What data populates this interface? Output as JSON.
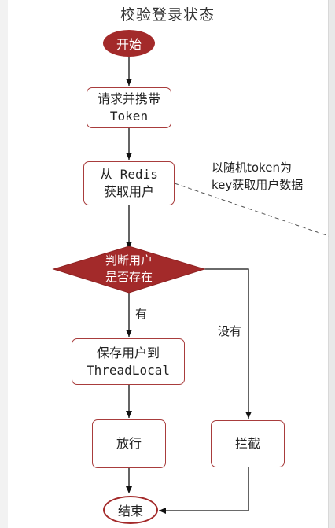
{
  "title": "校验登录状态",
  "nodes": {
    "start": "开始",
    "request": "请求并携带\nToken",
    "redis": "从 Redis\n获取用户",
    "decision": "判断用户\n是否存在",
    "save": "保存用户到\nThreadLocal",
    "allow": "放行",
    "block": "拦截",
    "end": "结束"
  },
  "edges": {
    "yes": "有",
    "no": "没有"
  },
  "annotation": "以随机token为\nkey获取用户数据",
  "colors": {
    "primary": "#a32a2a",
    "border": "#a83c3c",
    "arrow": "#111111"
  }
}
